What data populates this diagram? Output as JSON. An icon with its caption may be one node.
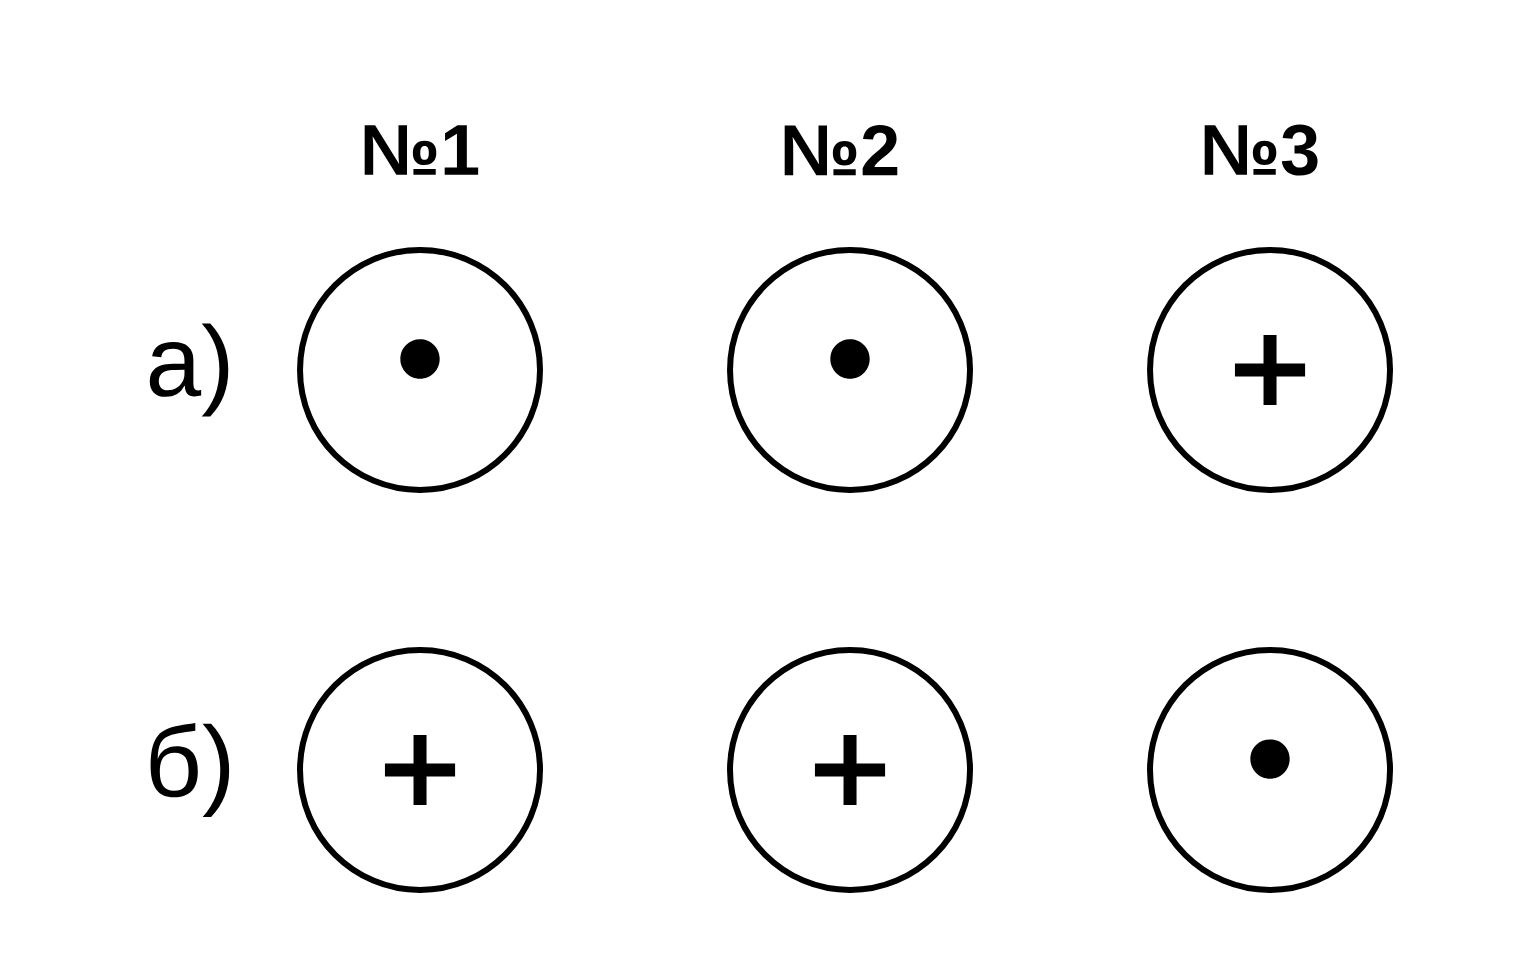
{
  "diagram": {
    "nodes": [
      {
        "text": [
          "•"
        ]
      },
      {
        "text": [
          "•"
        ]
      },
      {
        "text": [
          "+"
        ]
      },
      {
        "text": [
          "+"
        ]
      },
      {
        "text": [
          "+"
        ]
      },
      {
        "text": [
          "•"
        ]
      }
    ],
    "labels": [
      "№1",
      "№2",
      "№3",
      "а)",
      "б)"
    ]
  }
}
